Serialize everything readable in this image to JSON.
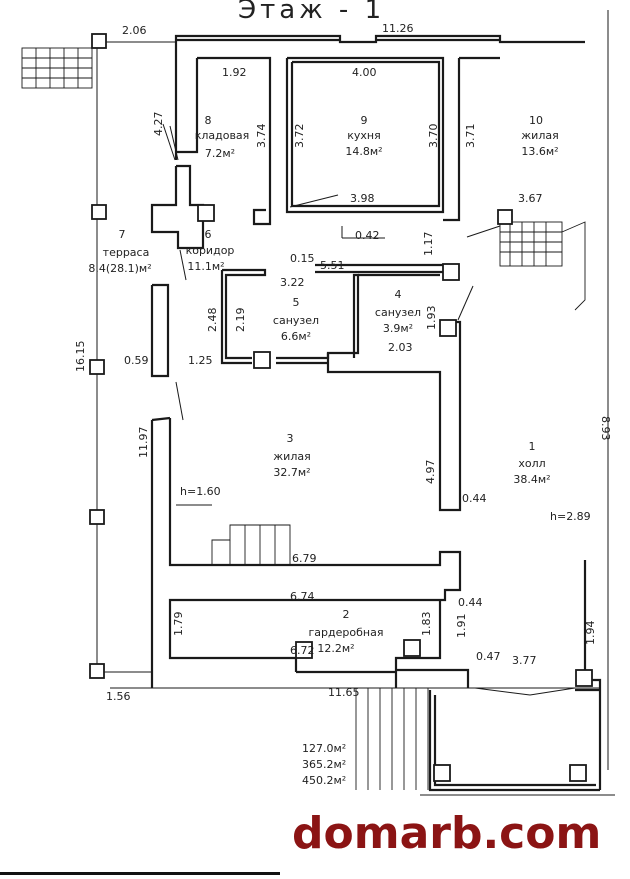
{
  "plan": {
    "title": "Этаж - 1",
    "dimensions": {
      "d_2_06": "2.06",
      "d_11_26": "11.26",
      "d_1_92": "1.92",
      "d_4_00": "4.00",
      "d_4_27": "4.27",
      "d_3_74": "3.74",
      "d_3_72": "3.72",
      "d_3_70": "3.70",
      "d_3_71": "3.71",
      "d_3_98": "3.98",
      "d_0_42": "0.42",
      "d_3_67": "3.67",
      "d_1_17": "1.17",
      "d_0_15": "0.15",
      "d_5_51": "5.51",
      "d_3_22": "3.22",
      "d_2_48": "2.48",
      "d_2_19": "2.19",
      "d_1_93": "1.93",
      "d_2_03": "2.03",
      "d_16_15": "16.15",
      "d_0_59": "0.59",
      "d_1_25": "1.25",
      "d_11_97": "11.97",
      "d_4_97": "4.97",
      "d_0_44a": "0.44",
      "d_8_93": "8.93",
      "d_h289": "h=2.89",
      "d_h160": "h=1.60",
      "d_6_79": "6.79",
      "d_6_74": "6.74",
      "d_1_79": "1.79",
      "d_1_83": "1.83",
      "d_1_91": "1.91",
      "d_0_44b": "0.44",
      "d_1_94": "1.94",
      "d_6_72": "6.72",
      "d_0_47": "0.47",
      "d_3_77": "3.77",
      "d_1_56": "1.56",
      "d_11_65": "11.65"
    },
    "rooms": {
      "r1": {
        "num": "1",
        "name": "холл",
        "area": "38.4м²"
      },
      "r2": {
        "num": "2",
        "name": "гардеробная",
        "area": "12.2м²"
      },
      "r3": {
        "num": "3",
        "name": "жилая",
        "area": "32.7м²"
      },
      "r4": {
        "num": "4",
        "name": "санузел",
        "area": "3.9м²"
      },
      "r5": {
        "num": "5",
        "name": "санузел",
        "area": "6.6м²"
      },
      "r6": {
        "num": "6",
        "name": "коридор",
        "area": "11.1м²"
      },
      "r7": {
        "num": "7",
        "name": "терраса",
        "area": "8.4(28.1)м²"
      },
      "r8": {
        "num": "8",
        "name": "кладовая",
        "area": "7.2м²"
      },
      "r9": {
        "num": "9",
        "name": "кухня",
        "area": "14.8м²"
      },
      "r10": {
        "num": "10",
        "name": "жилая",
        "area": "13.6м²"
      }
    },
    "totals": [
      "127.0м²",
      "365.2м²",
      "450.2м²"
    ]
  },
  "watermark": "domarb.com"
}
